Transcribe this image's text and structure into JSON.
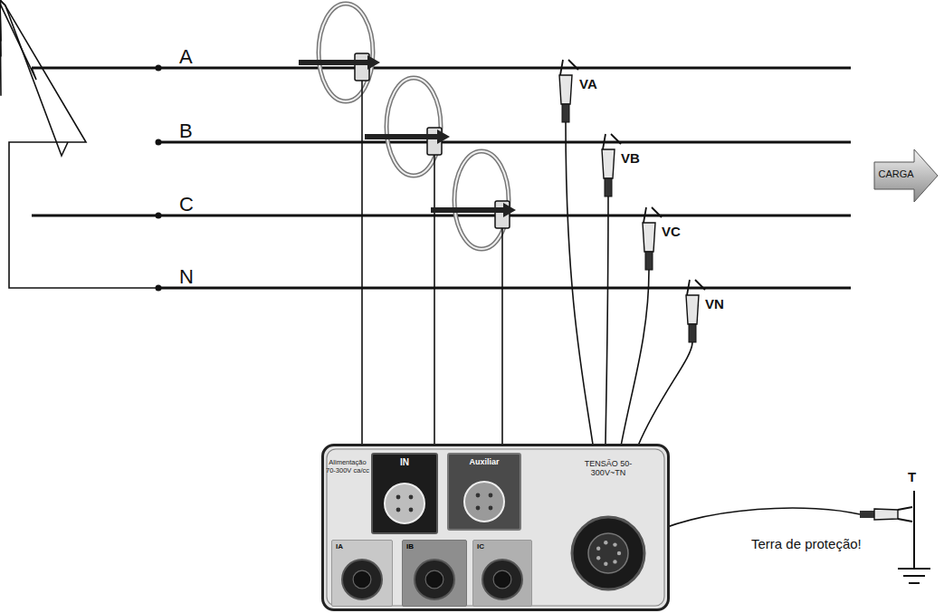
{
  "diagram": {
    "nodes": [
      {
        "text": [
          "CARGA"
        ]
      },
      {
        "text": [
          "Alimentação 70-300V ca/cc"
        ]
      },
      {
        "text": [
          "IN"
        ],
        "in": 1
      },
      {
        "text": [
          "Auxiliar"
        ],
        "in": 1
      },
      {
        "text": [
          "IA"
        ],
        "in": 1
      },
      {
        "text": [
          "IB"
        ],
        "in": 1
      },
      {
        "text": [
          "IC"
        ],
        "in": 1
      },
      {
        "text": [
          "TENSÃO 50-300V~TN"
        ],
        "in": 1
      }
    ],
    "labels": [
      "A",
      "B",
      "C",
      "N",
      "VA",
      "VB",
      "VC",
      "VN",
      "T",
      "Terra de proteção!"
    ]
  }
}
